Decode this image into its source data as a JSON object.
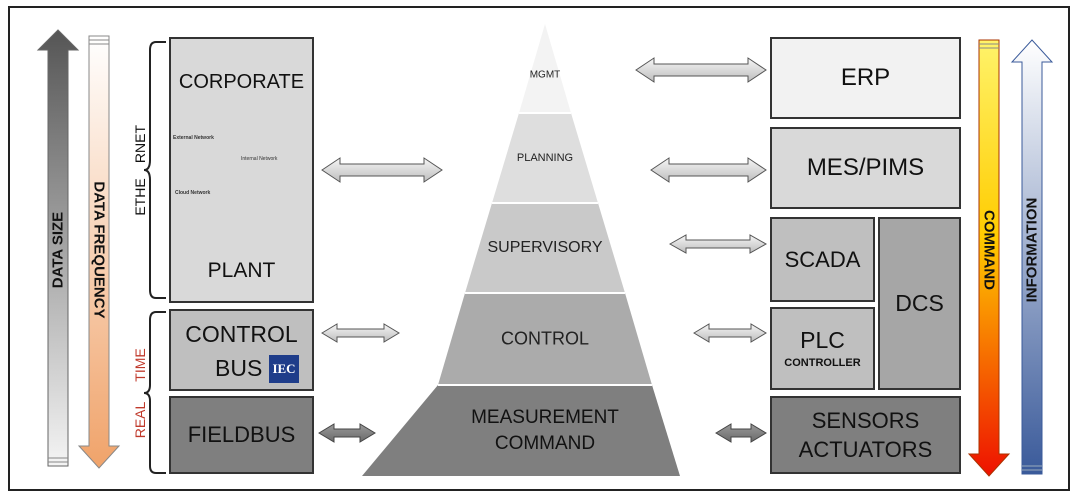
{
  "left_arrows": {
    "data_size": "DATA SIZE",
    "data_frequency": "DATA FREQUENCY"
  },
  "brackets": {
    "ethernet_left": "ETHE",
    "ethernet_right": "RNET",
    "realtime_left": "REAL",
    "realtime_right": "TIME"
  },
  "plant_box": {
    "top_label": "CORPORATE",
    "bottom_label": "PLANT",
    "network_labels": {
      "external": "External Network",
      "cloud": "Cloud Network",
      "internal": "Internal Network"
    }
  },
  "control_bus": {
    "line1": "CONTROL",
    "line2": "BUS",
    "logo_text": "IEC"
  },
  "fieldbus": {
    "label": "FIELDBUS"
  },
  "pyramid": {
    "levels": [
      {
        "label": "MGMT"
      },
      {
        "label": "PLANNING"
      },
      {
        "label": "SUPERVISORY"
      },
      {
        "label": "CONTROL"
      },
      {
        "label_line1": "MEASUREMENT",
        "label_line2": "COMMAND"
      }
    ]
  },
  "right_boxes": {
    "erp": "ERP",
    "mes": "MES/PIMS",
    "scada": "SCADA",
    "dcs": "DCS",
    "plc": "PLC",
    "plc_sub": "CONTROLLER",
    "sensors_line1": "SENSORS",
    "sensors_line2": "ACTUATORS"
  },
  "right_arrows": {
    "command": "COMMAND",
    "information": "INFORMATION"
  },
  "colors": {
    "bracket_red": "#c0392b",
    "info_arrow": "#3a5a9a",
    "command_top": "#ffee00",
    "command_bottom": "#ee1100"
  }
}
